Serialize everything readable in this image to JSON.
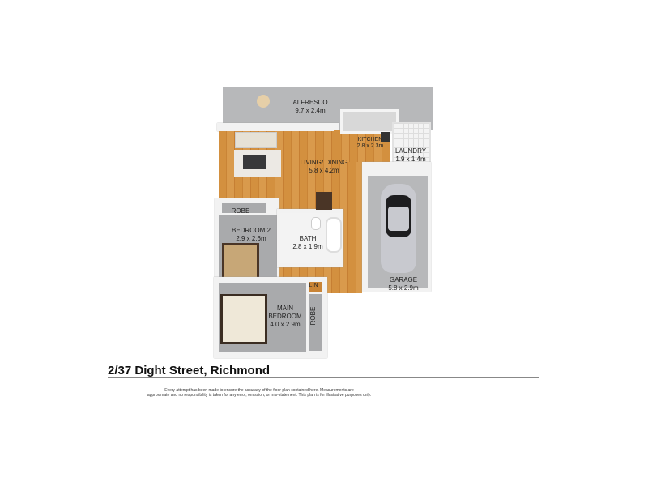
{
  "rooms": {
    "alfresco": {
      "name": "ALFRESCO",
      "size": "9.7 x 2.4m"
    },
    "kitchen": {
      "name": "KITCHEN",
      "size": "2.8 x 2.3m"
    },
    "laundry": {
      "name": "LAUNDRY",
      "size": "1.9 x 1.4m"
    },
    "living": {
      "name": "LIVING/ DINING",
      "size": "5.8 x 4.2m"
    },
    "robe2": {
      "name": "ROBE"
    },
    "bedroom2": {
      "name": "BEDROOM 2",
      "size": "2.9 x 2.6m"
    },
    "bath": {
      "name": "BATH",
      "size": "2.8 x 1.9m"
    },
    "garage": {
      "name": "GARAGE",
      "size": "5.8 x 2.9m"
    },
    "lin": {
      "name": "LIN"
    },
    "main_bedroom": {
      "name": "MAIN BEDROOM",
      "size": "4.0 x 2.9m"
    },
    "robe_main": {
      "name": "ROBE"
    }
  },
  "title": "2/37 Dight Street, Richmond",
  "disclaimer": {
    "line1": "Every attempt has been made to ensure the accuracy of the floor plan contained here. Measurements are",
    "line2": "approximate and no responsibility is taken for any error, omission, or mis-statement. This plan is for illustrative purposes only."
  }
}
